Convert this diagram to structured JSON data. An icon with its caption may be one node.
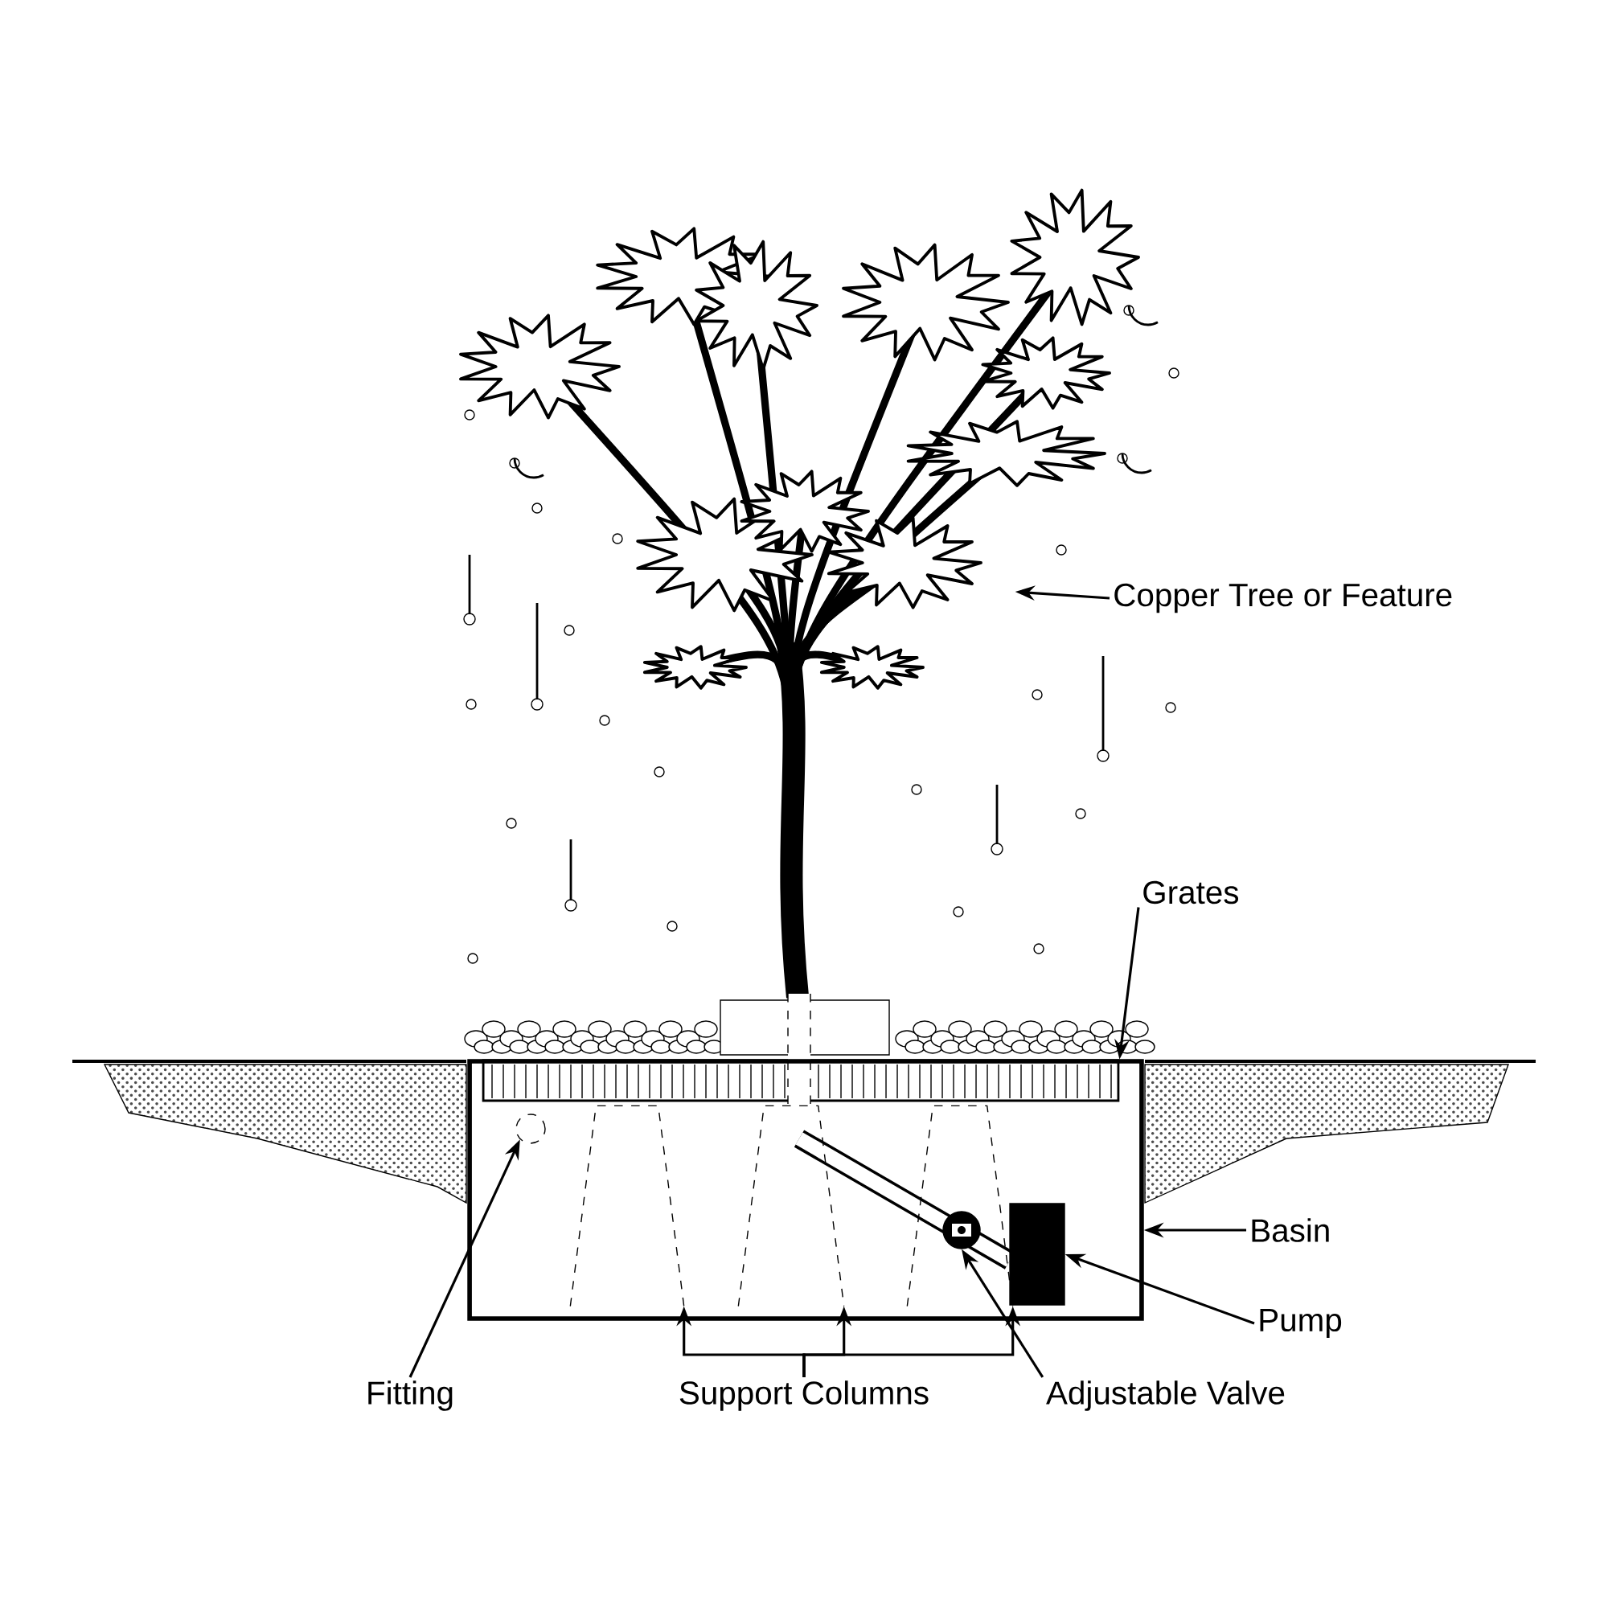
{
  "diagram": {
    "nodes": [
      {
        "text": [
          "Copper Tree or Feature"
        ]
      },
      {
        "text": [],
        "shape": "picture"
      },
      {
        "text": [
          "Grates"
        ]
      },
      {
        "text": [],
        "shape": "box"
      },
      {
        "text": [
          "Basin"
        ]
      },
      {
        "text": [],
        "shape": "box"
      },
      {
        "text": [
          "Fitting"
        ]
      },
      {
        "text": [],
        "shape": "circle",
        "in": 5
      },
      {
        "text": [
          "Support Columns"
        ]
      },
      {
        "text": [],
        "shape": "box",
        "in": 5
      },
      {
        "text": [],
        "shape": "box",
        "in": 5
      },
      {
        "text": [],
        "shape": "box",
        "in": 5
      },
      {
        "text": [
          "Pump"
        ]
      },
      {
        "text": [],
        "shape": "box",
        "in": 5
      },
      {
        "text": [
          "Adjustable Valve"
        ]
      },
      {
        "text": [],
        "shape": "circle",
        "in": 11
      }
    ],
    "edges": [
      {
        "from": 0,
        "to": 1,
        "arrow": "to"
      },
      {
        "from": 2,
        "to": 3,
        "arrow": "to"
      },
      {
        "from": 4,
        "to": 5,
        "arrow": "to"
      },
      {
        "from": 12,
        "to": 13,
        "arrow": "to"
      },
      {
        "from": 6,
        "to": 7,
        "arrow": "to"
      },
      {
        "from": 8,
        "to": 9,
        "arrow": "to"
      },
      {
        "from": 8,
        "to": 10,
        "arrow": "to"
      },
      {
        "from": 8,
        "to": 11,
        "arrow": "to"
      },
      {
        "from": 14,
        "to": 15,
        "arrow": "to"
      }
    ]
  }
}
